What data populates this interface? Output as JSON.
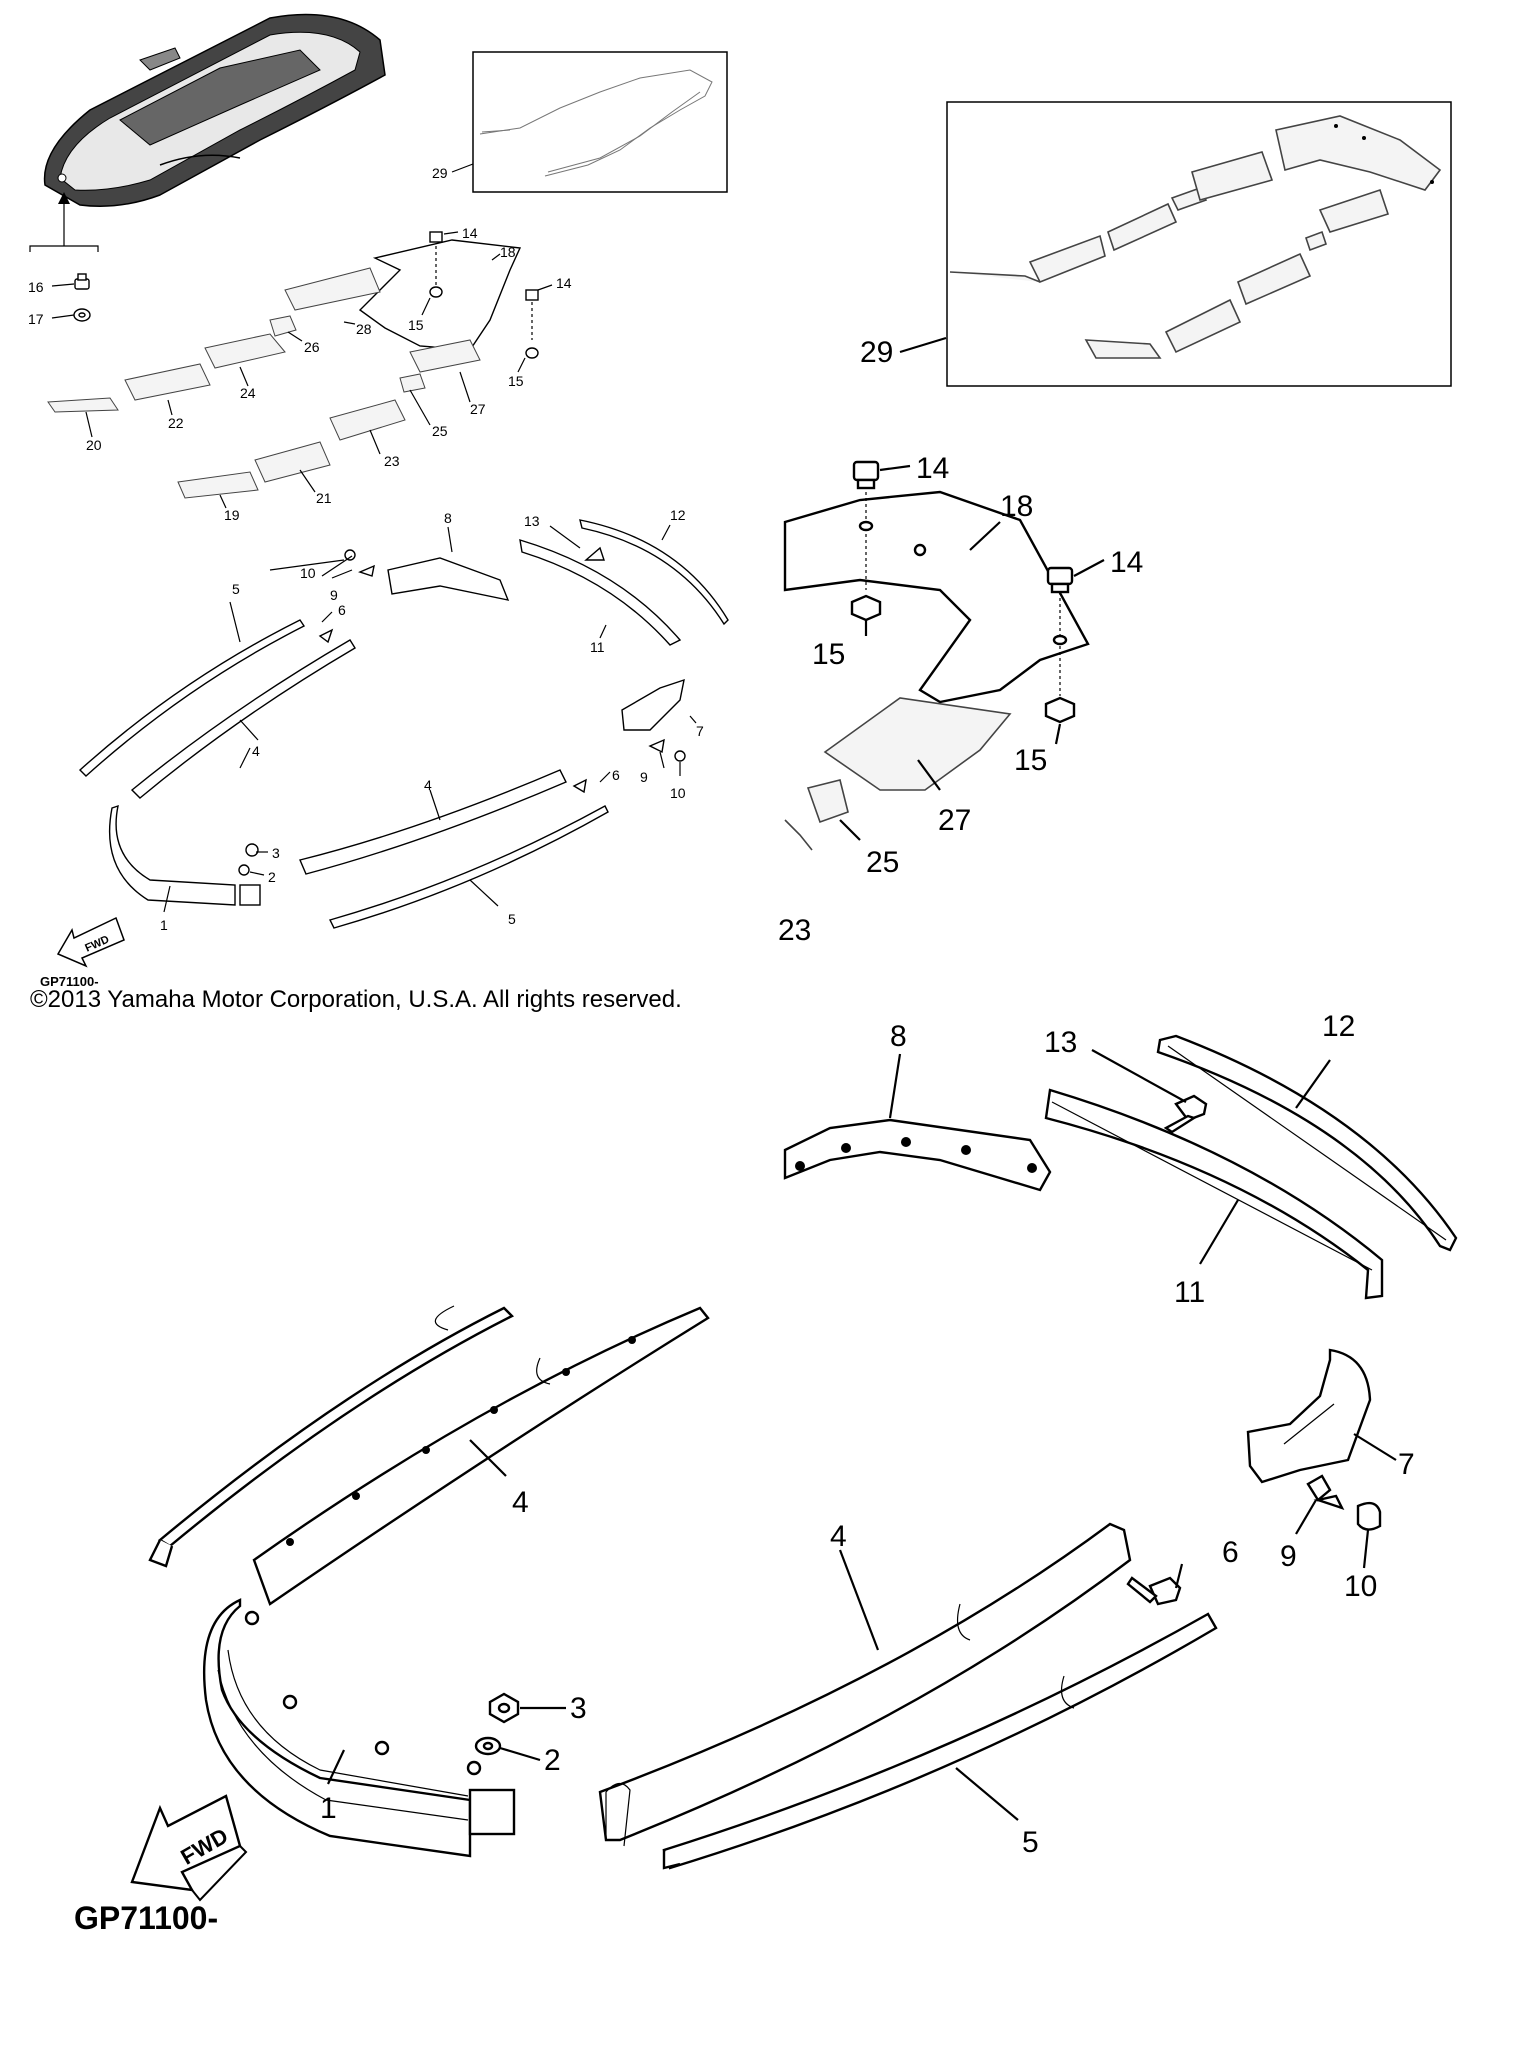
{
  "copyright": "©2013 Yamaha Motor Corporation, U.S.A. All rights reserved.",
  "diagram_code": "GP71100-",
  "fwd_label": "FWD",
  "callouts": {
    "n1": "1",
    "n2": "2",
    "n3": "3",
    "n4": "4",
    "n5": "5",
    "n6": "6",
    "n7": "7",
    "n8": "8",
    "n9": "9",
    "n10": "10",
    "n11": "11",
    "n12": "12",
    "n13": "13",
    "n14": "14",
    "n15": "15",
    "n16": "16",
    "n17": "17",
    "n18": "18",
    "n19": "19",
    "n20": "20",
    "n21": "21",
    "n22": "22",
    "n23": "23",
    "n24": "24",
    "n25": "25",
    "n26": "26",
    "n27": "27",
    "n28": "28",
    "n29": "29",
    "partial23": "23"
  }
}
